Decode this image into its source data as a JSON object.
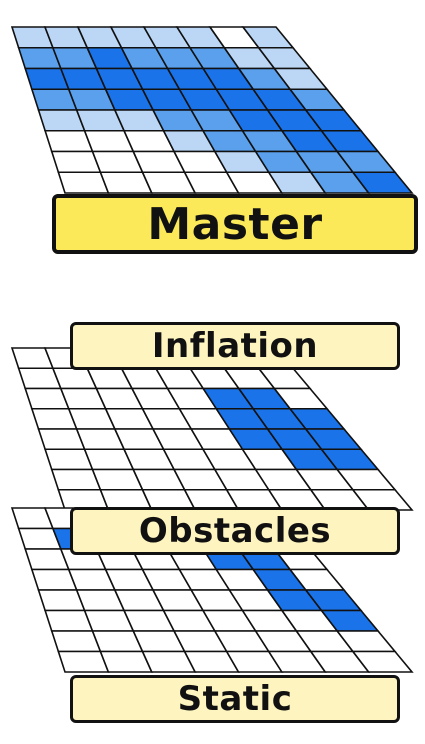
{
  "labels": {
    "master": "Master",
    "inflation": "Inflation",
    "obstacles": "Obstacles",
    "static": "Static"
  },
  "colors": {
    "blue": "#1a73e8",
    "mid_blue": "#5aa0ec",
    "light_blue": "#bcd7f5",
    "master_label_bg": "#fbe95a",
    "layer_label_bg": "#fdf4bf",
    "line": "#111111"
  },
  "layers": {
    "master": {
      "rows": 8,
      "cols": 8,
      "cells": [
        [
          1,
          1,
          1,
          1,
          1,
          1,
          0,
          1
        ],
        [
          2,
          2,
          3,
          2,
          2,
          2,
          1,
          1
        ],
        [
          3,
          3,
          3,
          3,
          3,
          3,
          2,
          1
        ],
        [
          2,
          2,
          3,
          3,
          3,
          3,
          3,
          2
        ],
        [
          1,
          1,
          1,
          2,
          2,
          3,
          3,
          3
        ],
        [
          0,
          0,
          0,
          1,
          2,
          2,
          3,
          3
        ],
        [
          0,
          0,
          0,
          0,
          1,
          2,
          2,
          2
        ],
        [
          0,
          0,
          0,
          0,
          0,
          1,
          2,
          3
        ]
      ]
    },
    "inflation": {
      "rows": 8,
      "cols": 8,
      "cells": [
        [
          0,
          0,
          0,
          0,
          0,
          0,
          0,
          0
        ],
        [
          0,
          0,
          0,
          0,
          0,
          0,
          0,
          0
        ],
        [
          0,
          0,
          0,
          0,
          0,
          3,
          3,
          0
        ],
        [
          0,
          0,
          0,
          0,
          0,
          3,
          3,
          3
        ],
        [
          0,
          0,
          0,
          0,
          0,
          3,
          3,
          3
        ],
        [
          0,
          0,
          0,
          0,
          0,
          0,
          3,
          3
        ],
        [
          0,
          0,
          0,
          0,
          0,
          0,
          0,
          0
        ],
        [
          0,
          0,
          0,
          0,
          0,
          0,
          0,
          0
        ]
      ]
    },
    "obstacles": {
      "rows": 8,
      "cols": 8,
      "cells": [
        [
          0,
          0,
          0,
          0,
          0,
          0,
          0,
          0
        ],
        [
          0,
          3,
          0,
          0,
          3,
          3,
          3,
          0
        ],
        [
          0,
          0,
          0,
          0,
          0,
          3,
          3,
          0
        ],
        [
          0,
          0,
          0,
          0,
          0,
          0,
          3,
          0
        ],
        [
          0,
          0,
          0,
          0,
          0,
          0,
          3,
          3
        ],
        [
          0,
          0,
          0,
          0,
          0,
          0,
          0,
          3
        ],
        [
          0,
          0,
          0,
          0,
          0,
          0,
          0,
          0
        ],
        [
          0,
          0,
          0,
          0,
          0,
          0,
          0,
          0
        ]
      ]
    }
  }
}
